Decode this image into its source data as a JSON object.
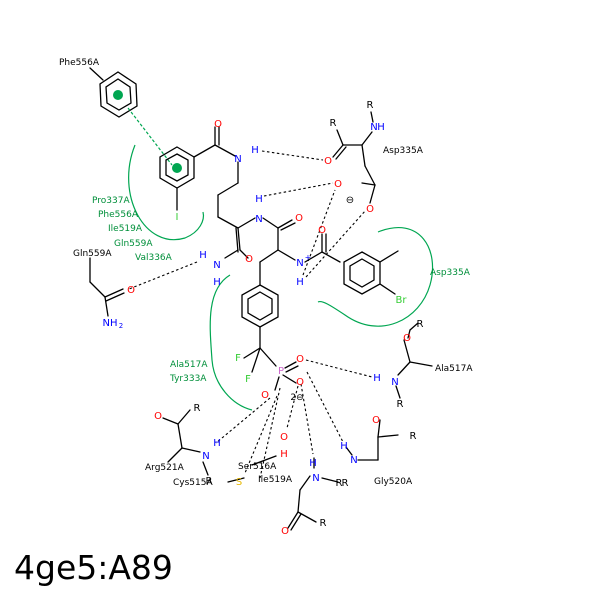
{
  "caption": "4ge5:A89",
  "colors": {
    "carbon": "#000000",
    "nitrogen": "#0000ff",
    "oxygen": "#ff0000",
    "fluorine": "#33cc33",
    "bromine": "#33cc33",
    "phosphorus": "#cc66cc",
    "sulfur": "#e6b800",
    "hydrophobic_contact": "#00a651",
    "label_text": "#000000",
    "label_green": "#008f3a"
  },
  "residue_labels": {
    "phe556a_top": "Phe556A",
    "asp335a_top": "Asp335A",
    "pro337a": "Pro337A",
    "phe556a": "Phe556A",
    "ile519a_a": "Ile519A",
    "gln559a_green": "Gln559A",
    "val336a": "Val336A",
    "gln559a": "Gln559A",
    "asp335a_right": "Asp335A",
    "ala517a_green": "Ala517A",
    "tyr333a": "Tyr333A",
    "ala517a": "Ala517A",
    "arg521a": "Arg521A",
    "ser516a": "Ser516A",
    "cys515a": "Cys515A",
    "ile519a_b": "Ile519A",
    "gly520a": "Gly520A"
  },
  "atoms": {
    "O": "O",
    "N": "N",
    "H": "H",
    "R": "R",
    "F": "F",
    "P": "P",
    "S": "S",
    "Br": "Br",
    "I": "I",
    "NH2": "NH",
    "NH2_sub": "2",
    "minus": "⊖",
    "two_minus": "2⊖",
    "plus": "+"
  }
}
